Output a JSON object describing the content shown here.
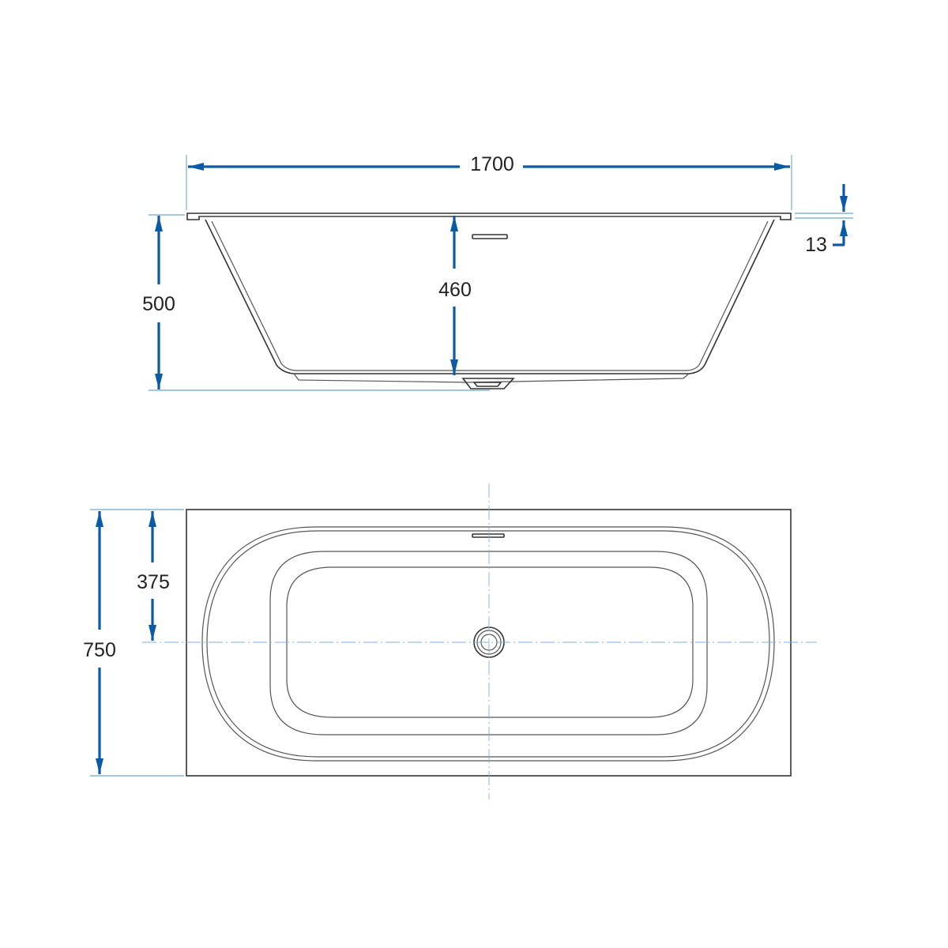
{
  "dimensions": {
    "length": "1700",
    "height": "500",
    "depth": "460",
    "rim": "13",
    "width": "750",
    "drain_offset": "375"
  },
  "colors": {
    "dimension": "#0b5aa5",
    "extension": "#4a90c8",
    "centerline": "#7fb2dc",
    "outline": "#333333"
  }
}
